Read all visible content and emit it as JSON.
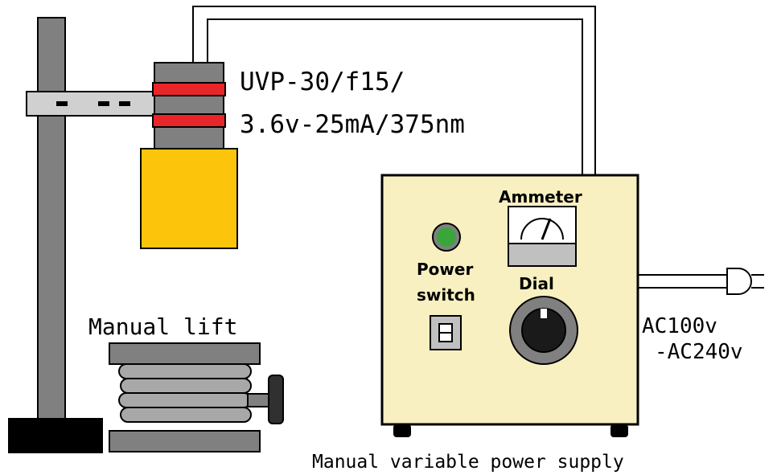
{
  "labels": {
    "uv_lamp_line1": "UVP-30/f15/",
    "uv_lamp_line2": "3.6v-25mA/375nm",
    "ammeter": "Ammeter",
    "power": "Power",
    "switch": "switch",
    "dial": "Dial",
    "ac_line1": "AC100v",
    "ac_line2": "-AC240v",
    "manual_lift": "Manual lift",
    "supply": "Manual variable power supply"
  },
  "colors": {
    "stand_gray": "#808080",
    "lamp_band_red": "#e8262a",
    "lamp_head_yellow": "#fcc50b",
    "supply_cream": "#f8f0c0",
    "indicator_green": "#3aa53a",
    "lift_gray": "#a8a8a8"
  },
  "icons": [
    "ammeter-gauge-icon",
    "indicator-lamp-icon",
    "toggle-switch-icon",
    "dial-knob-icon",
    "ac-plug-icon"
  ]
}
